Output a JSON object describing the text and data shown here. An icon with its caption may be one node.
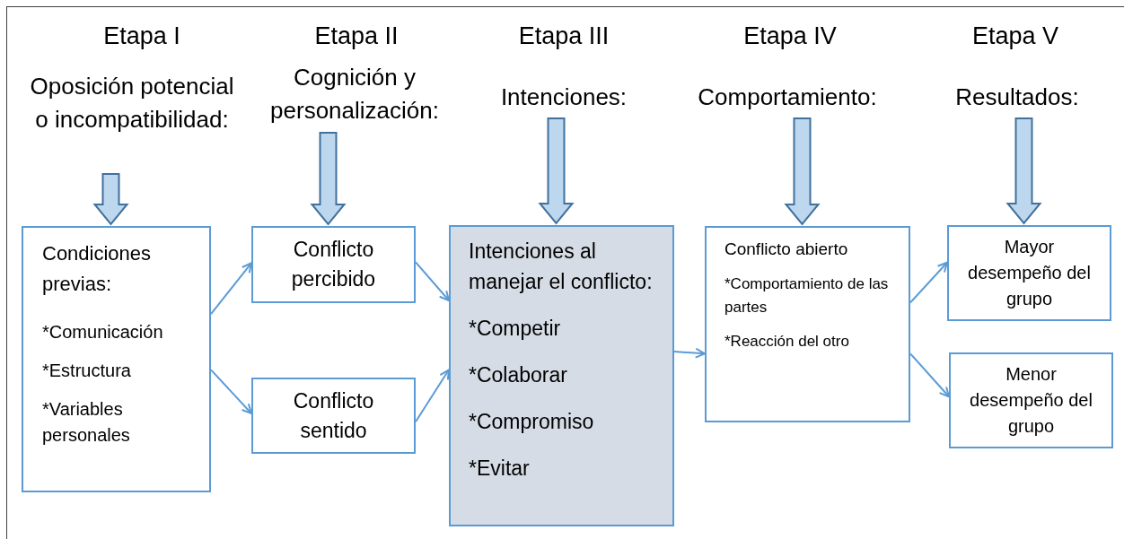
{
  "diagram": {
    "nodes": [
      {
        "text": [
          "Oposición potencial o incompatibilidad:"
        ]
      },
      {
        "text": [
          "Cognición y personalización:"
        ]
      },
      {
        "text": [
          "Intenciones:"
        ]
      },
      {
        "text": [
          "Comportamiento:"
        ]
      },
      {
        "text": [
          "Resultados:"
        ]
      },
      {
        "text": [
          "Condiciones previas:",
          "*Comunicación",
          "*Estructura",
          "*Variables personales"
        ]
      },
      {
        "text": [
          "Conflicto percibido"
        ]
      },
      {
        "text": [
          "Conflicto sentido"
        ]
      },
      {
        "text": [
          "Intenciones al manejar el conflicto:",
          "*Competir",
          "*Colaborar",
          "*Compromiso",
          "*Evitar"
        ]
      },
      {
        "text": [
          "Conflicto abierto",
          "*Comportamiento de las partes",
          "*Reacción del otro"
        ]
      },
      {
        "text": [
          "Mayor desempeño del grupo"
        ]
      },
      {
        "text": [
          "Menor desempeño del grupo"
        ]
      }
    ],
    "edges": [
      {
        "from": 0,
        "to": 5,
        "arrow": "to",
        "style": "thick"
      },
      {
        "from": 1,
        "to": 6,
        "arrow": "to",
        "style": "thick"
      },
      {
        "from": 2,
        "to": 8,
        "arrow": "to",
        "style": "thick"
      },
      {
        "from": 3,
        "to": 9,
        "arrow": "to",
        "style": "thick"
      },
      {
        "from": 4,
        "to": 10,
        "arrow": "to",
        "style": "thick"
      },
      {
        "from": 5,
        "to": 6,
        "arrow": "to"
      },
      {
        "from": 5,
        "to": 7,
        "arrow": "to"
      },
      {
        "from": 6,
        "to": 8,
        "arrow": "to"
      },
      {
        "from": 7,
        "to": 8,
        "arrow": "to"
      },
      {
        "from": 8,
        "to": 9,
        "arrow": "to"
      },
      {
        "from": 9,
        "to": 10,
        "arrow": "to"
      },
      {
        "from": 9,
        "to": 11,
        "arrow": "to"
      }
    ],
    "labels": [
      "Etapa I",
      "Etapa II",
      "Etapa III",
      "Etapa IV",
      "Etapa V"
    ]
  }
}
